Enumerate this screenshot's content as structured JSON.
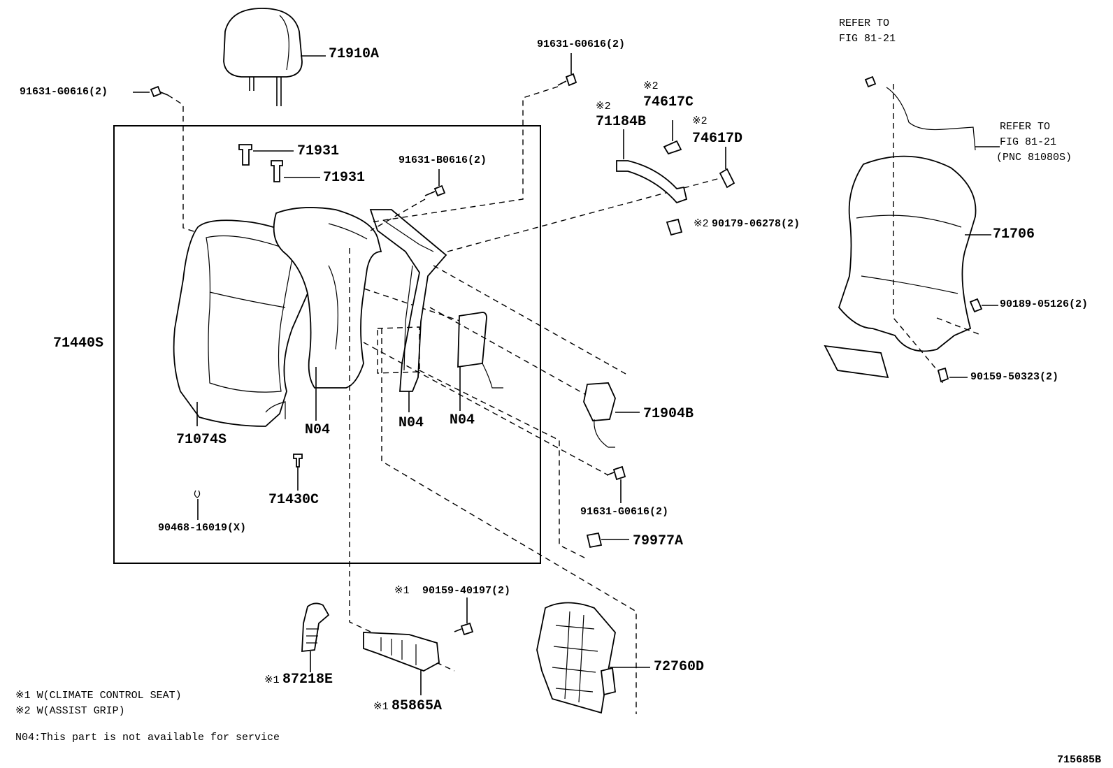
{
  "labels": {
    "headrest": "71910A",
    "bolt_top_left": "91631-G0616(2)",
    "bolt_top_mid": "91631-G0616(2)",
    "support_1": "71931",
    "support_2": "71931",
    "bolt_frame": "91631-B0616(2)",
    "grip": "71184B",
    "grip_mark": "※2",
    "cap_c": "74617C",
    "cap_c_mark": "※2",
    "cap_d": "74617D",
    "cap_d_mark": "※2",
    "nut": "90179-06278(2)",
    "nut_mark": "※2",
    "refer_top_1": "REFER TO",
    "refer_top_2": "FIG 81-21",
    "refer_right_1": "REFER TO",
    "refer_right_2": "FIG 81-21",
    "refer_right_3": "(PNC 81080S)",
    "back_board": "71706",
    "clip_a": "90189-05126(2)",
    "clip_b": "90159-50323(2)",
    "assy": "71440S",
    "cover": "71074S",
    "pad_n04": "N04",
    "frame_n04": "N04",
    "airbag_n04": "N04",
    "lumbar_switch": "71904B",
    "bolt_lower": "91631-G0616(2)",
    "cap_lower": "79977A",
    "hog_ring_clip": "71430C",
    "hog_ring": "90468-16019(X)",
    "screw_duct": "90159-40197(2)",
    "screw_duct_mark": "※1",
    "duct": "87218E",
    "duct_mark": "※1",
    "blower": "85865A",
    "blower_mark": "※1",
    "lumbar": "72760D",
    "legend_1": "※1 W(CLIMATE CONTROL SEAT)",
    "legend_2": "※2 W(ASSIST GRIP)",
    "footnote": "N04:This part is not available for service",
    "figure_id": "715685B"
  },
  "icons": [
    "headrest-icon",
    "bolt-icon",
    "support-icon",
    "seatback-cover-icon",
    "seatback-pad-icon",
    "seatback-frame-icon",
    "airbag-icon",
    "assist-grip-icon",
    "cap-icon",
    "nut-icon",
    "back-board-icon",
    "wire-harness-icon",
    "clip-icon",
    "lumbar-switch-icon",
    "duct-icon",
    "blower-icon",
    "lumbar-support-icon",
    "hog-ring-icon"
  ]
}
